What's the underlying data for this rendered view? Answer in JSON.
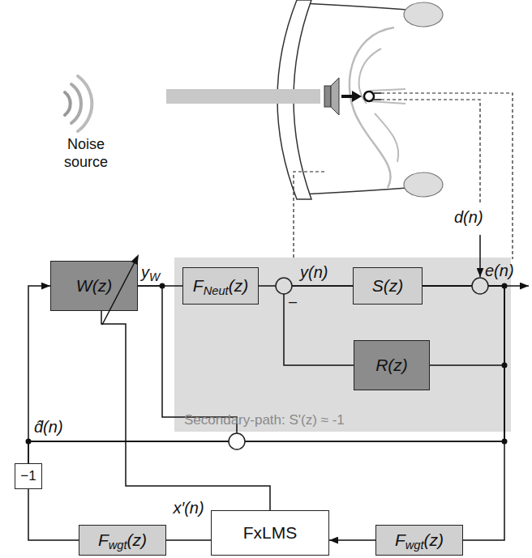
{
  "diagram": {
    "nodes": [
      {
        "text": [
          "Secondary-path: S'(z) ≈ -1"
        ]
      },
      {
        "text": [
          "W(z)"
        ]
      },
      {
        "text": [
          "FNeut(z)"
        ],
        "in": 0
      },
      {
        "text": [
          "S(z)"
        ],
        "in": 0
      },
      {
        "text": [
          "R(z)"
        ],
        "in": 0
      },
      {
        "text": [
          "−1"
        ]
      },
      {
        "text": [
          "Fwgt(z)"
        ]
      },
      {
        "text": [
          "FxLMS"
        ]
      },
      {
        "text": [
          "Fwgt(z)"
        ]
      }
    ],
    "edges": [
      {
        "from": 1,
        "to": 2,
        "arrow": "none"
      },
      {
        "from": 2,
        "to": 3,
        "arrow": "none"
      },
      {
        "from": 4,
        "to": 3,
        "arrow": "none"
      },
      {
        "from": 3,
        "to": 4,
        "arrow": "none"
      },
      {
        "from": 3,
        "to": 8,
        "arrow": "none"
      },
      {
        "from": 3,
        "to": 1,
        "arrow": "to"
      },
      {
        "from": 3,
        "to": 5,
        "arrow": "none"
      },
      {
        "from": 1,
        "to": 5,
        "arrow": "none"
      },
      {
        "from": 5,
        "to": 6,
        "arrow": "none"
      },
      {
        "from": 6,
        "to": 7,
        "label": "x′(n)",
        "arrow": "none"
      },
      {
        "from": 8,
        "to": 7,
        "arrow": "to"
      },
      {
        "from": 7,
        "to": 1,
        "arrow": "none"
      }
    ],
    "labels": [
      "Noise source",
      "d(n)",
      "yW",
      "y(n)",
      "e(n)",
      "d̂(n)",
      "–"
    ]
  }
}
